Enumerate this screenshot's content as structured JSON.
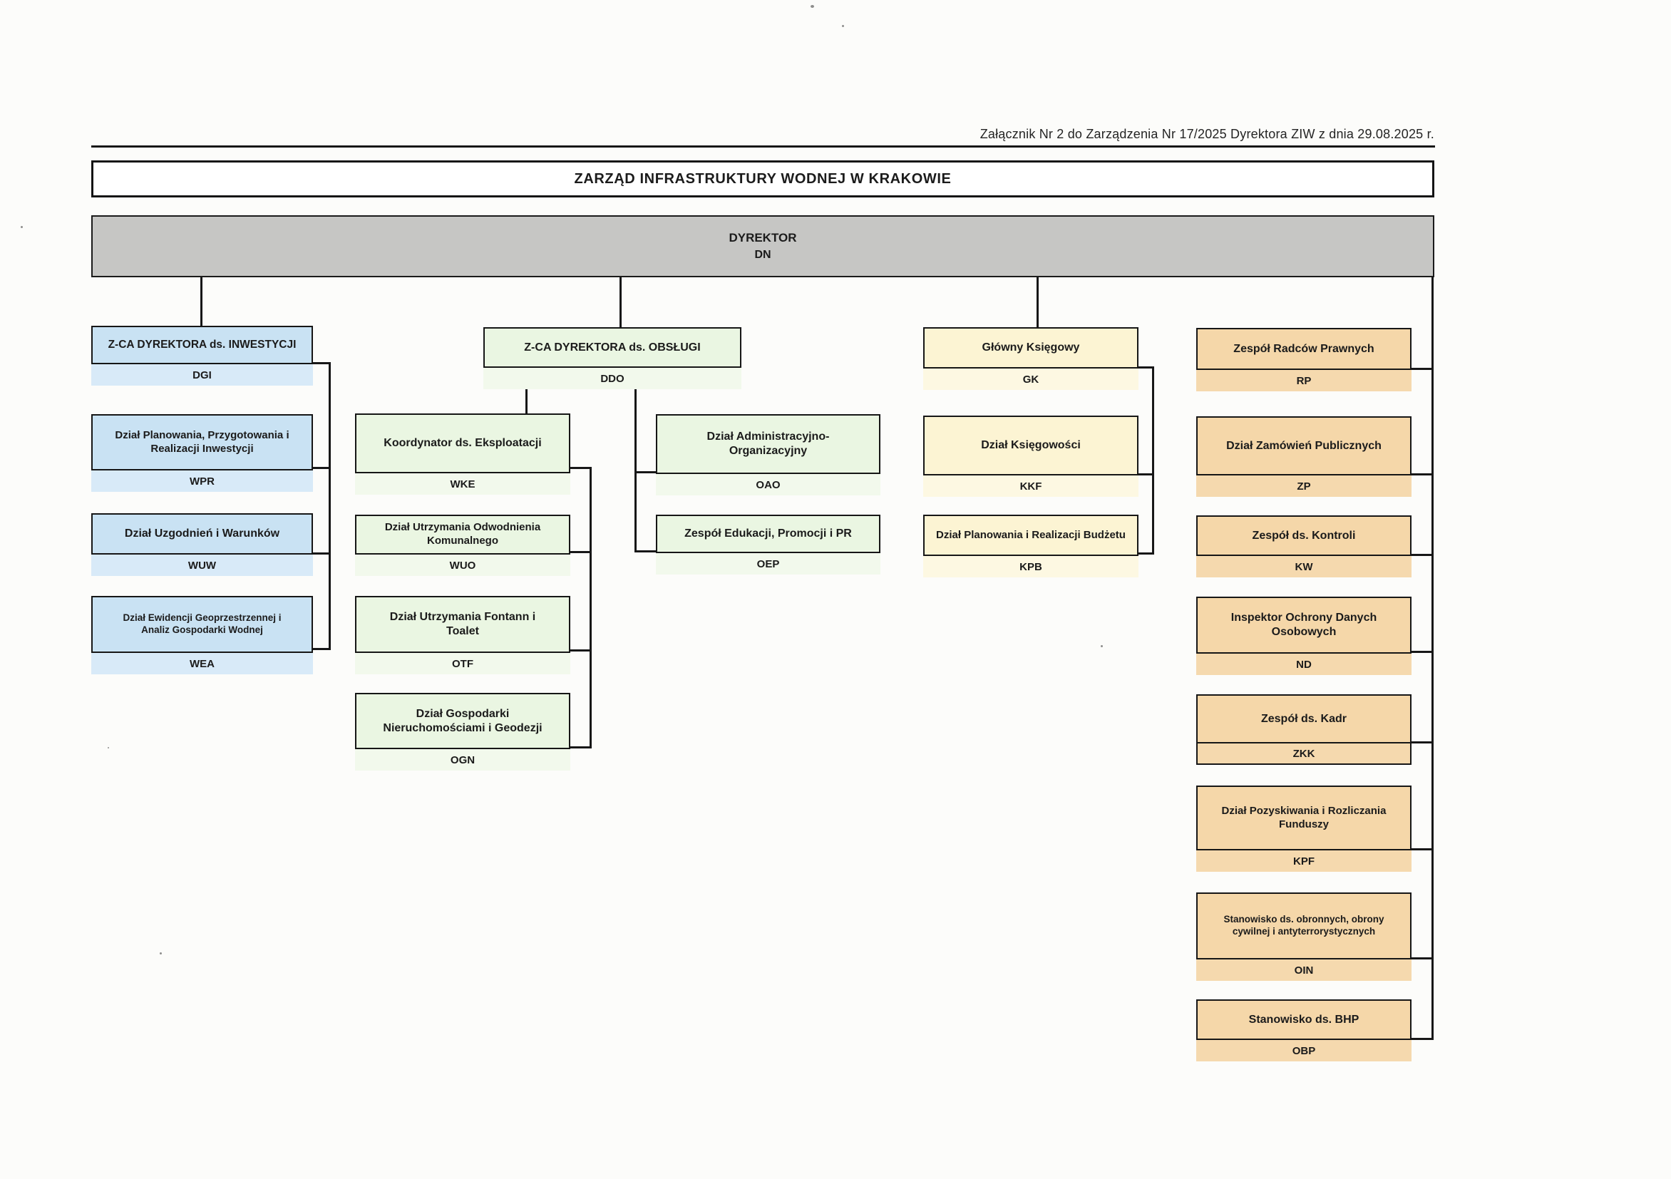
{
  "annotation": "Załącznik Nr 2 do Zarządzenia Nr 17/2025 Dyrektora ZIW z dnia 29.08.2025 r.",
  "title": "ZARZĄD INFRASTRUKTURY WODNEJ W KRAKOWIE",
  "colors": {
    "gray": "#c6c6c4",
    "blue": "#c9e2f3",
    "blueband": "#d8eaf8",
    "green": "#eaf6e2",
    "greenband": "#f2f9ec",
    "yellow": "#fcf4d3",
    "yellowband": "#fdf8e2",
    "orange": "#f5d7a9",
    "orangeband": "#f5d9ae"
  },
  "units": {
    "dn": {
      "label": "DYREKTOR",
      "code": "DN"
    },
    "dgi": {
      "label": "Z-CA DYREKTORA ds. INWESTYCJI",
      "code": "DGI"
    },
    "wpr": {
      "label": "Dział Planowania, Przygotowania i Realizacji Inwestycji",
      "code": "WPR"
    },
    "wuw": {
      "label": "Dział Uzgodnień i Warunków",
      "code": "WUW"
    },
    "wea": {
      "label": "Dział Ewidencji Geoprzestrzennej i Analiz Gospodarki Wodnej",
      "code": "WEA"
    },
    "ddo": {
      "label": "Z-CA DYREKTORA ds. OBSŁUGI",
      "code": "DDO"
    },
    "wke": {
      "label": "Koordynator ds. Eksploatacji",
      "code": "WKE"
    },
    "wuo": {
      "label": "Dział Utrzymania Odwodnienia Komunalnego",
      "code": "WUO"
    },
    "otf": {
      "label": "Dział Utrzymania Fontann i Toalet",
      "code": "OTF"
    },
    "ogn": {
      "label": "Dział Gospodarki Nieruchomościami i Geodezji",
      "code": "OGN"
    },
    "oao": {
      "label": "Dział Administracyjno-Organizacyjny",
      "code": "OAO"
    },
    "oep": {
      "label": "Zespół Edukacji, Promocji i PR",
      "code": "OEP"
    },
    "gk": {
      "label": "Główny Księgowy",
      "code": "GK"
    },
    "kkf": {
      "label": "Dział Księgowości",
      "code": "KKF"
    },
    "kpb": {
      "label": "Dział Planowania i Realizacji Budżetu",
      "code": "KPB"
    },
    "rp": {
      "label": "Zespół Radców Prawnych",
      "code": "RP"
    },
    "zp": {
      "label": "Dział Zamówień Publicznych",
      "code": "ZP"
    },
    "kw": {
      "label": "Zespół ds. Kontroli",
      "code": "KW"
    },
    "nd": {
      "label": "Inspektor Ochrony Danych Osobowych",
      "code": "ND"
    },
    "zkk": {
      "label": "Zespół ds. Kadr",
      "code": "ZKK"
    },
    "kpf": {
      "label": "Dział Pozyskiwania i Rozliczania Funduszy",
      "code": "KPF"
    },
    "oin": {
      "label": "Stanowisko ds. obronnych, obrony cywilnej i antyterrorystycznych",
      "code": "OIN"
    },
    "obp": {
      "label": "Stanowisko ds. BHP",
      "code": "OBP"
    }
  }
}
